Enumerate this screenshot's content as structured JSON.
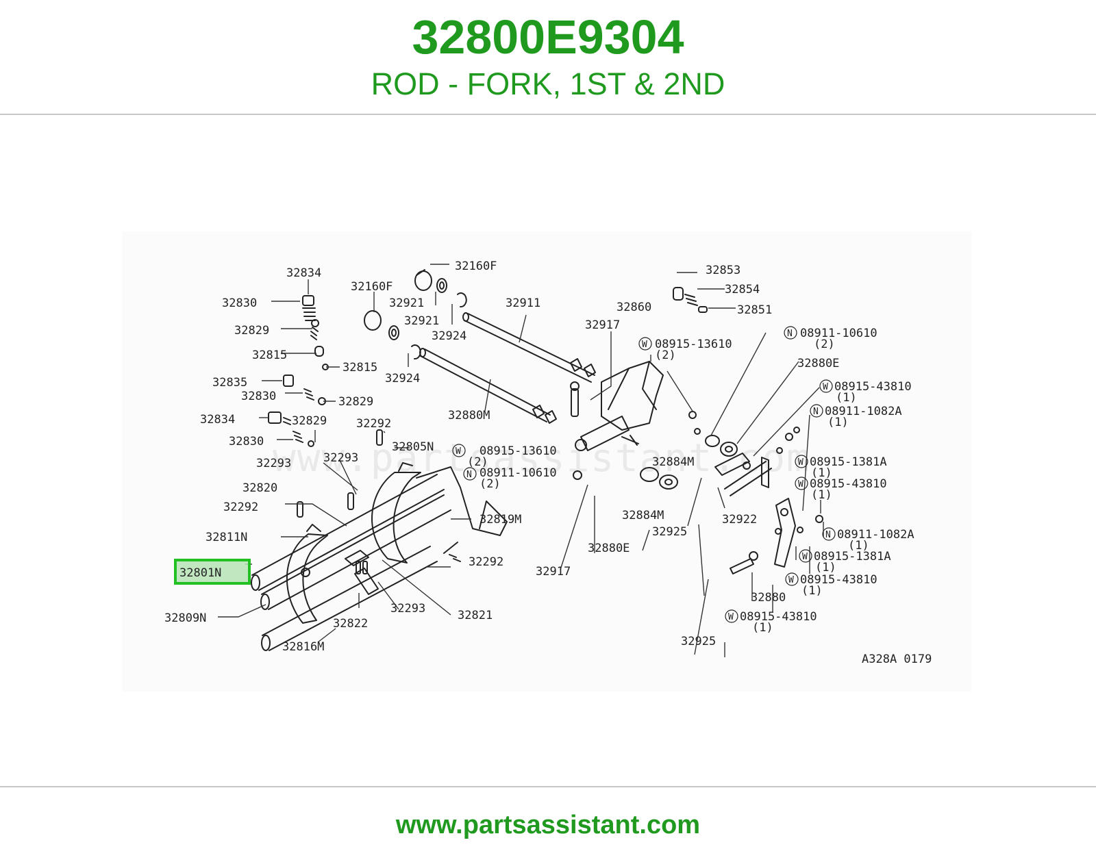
{
  "header": {
    "part_number": "32800E9304",
    "part_name": "ROD - FORK, 1ST & 2ND"
  },
  "diagram": {
    "watermark": "www.partsassistant.com",
    "drawing_code": "A328A 0179",
    "highlighted_label": "32801N",
    "labels": [
      "32834",
      "32830",
      "32829",
      "32815",
      "32815",
      "32835",
      "32830",
      "32829",
      "32834",
      "32829",
      "32830",
      "32160F",
      "32921",
      "32921",
      "32924",
      "32924",
      "32160F",
      "32911",
      "32880M",
      "32292",
      "32805N",
      "32293",
      "32293",
      "32820",
      "32292",
      "32811N",
      "32809N",
      "32822",
      "32293",
      "32816M",
      "32821",
      "32292",
      "32819M",
      "32917",
      "32860",
      "32853",
      "32854",
      "32851",
      "32884M",
      "32884M",
      "32880E",
      "32917",
      "32925",
      "32922",
      "32880",
      "32925",
      "32880E",
      "08915-13610",
      "(2)",
      "08911-10610",
      "(2)",
      "08915-13610",
      "(2)",
      "08911-10610",
      "(2)",
      "08915-43810",
      "(1)",
      "08911-1082A",
      "(1)",
      "08915-1381A",
      "(1)",
      "08915-43810",
      "(1)",
      "08911-1082A",
      "(1)",
      "08915-1381A",
      "(1)",
      "08915-43810",
      "(1)",
      "08915-43810",
      "(1)"
    ]
  },
  "footer": {
    "url": "www.partsassistant.com"
  },
  "colors": {
    "brand_green": "#1f9a1f",
    "highlight_green": "#22c022",
    "highlight_fill": "#b6e3b6",
    "line": "#222222",
    "rule": "#c8c8c8"
  }
}
